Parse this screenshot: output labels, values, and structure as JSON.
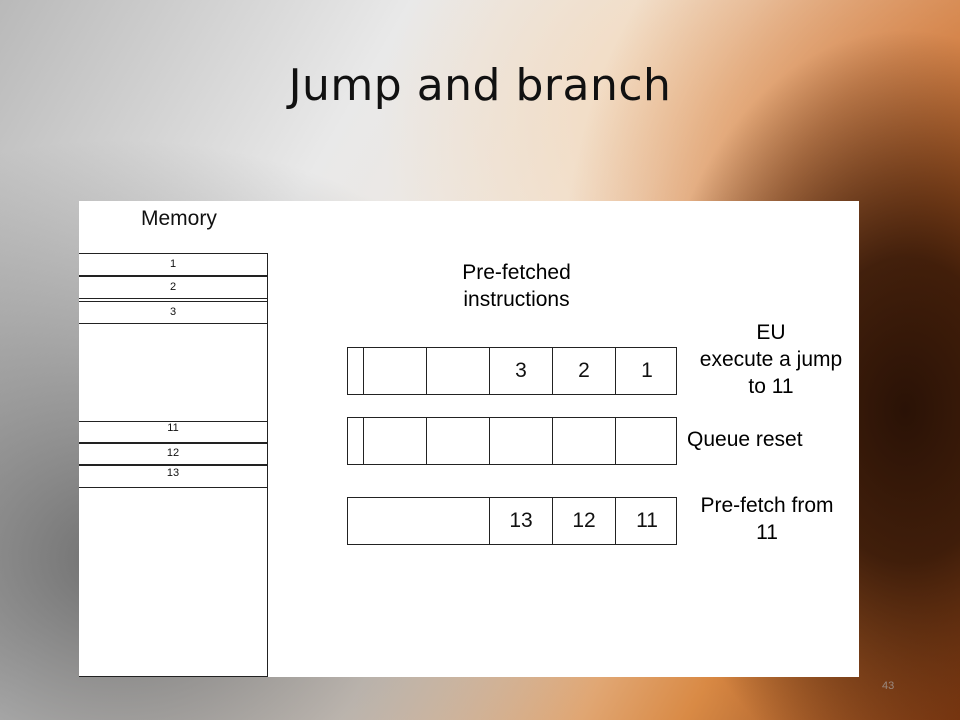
{
  "slide": {
    "title": "Jump and branch",
    "page_number": "43"
  },
  "memory": {
    "title": "Memory",
    "cells": [
      {
        "label": "1"
      },
      {
        "label": "2"
      },
      {
        "label": "3"
      },
      {
        "label": "11"
      },
      {
        "label": "12"
      },
      {
        "label": "13"
      }
    ]
  },
  "prefetch": {
    "label_line1": "Pre-fetched",
    "label_line2": "instructions"
  },
  "queues": [
    {
      "slots": [
        "",
        "",
        "",
        "3",
        "2",
        "1"
      ],
      "label_lines": [
        "EU",
        "execute a jump",
        "to 11"
      ]
    },
    {
      "slots": [
        "",
        "",
        "",
        "",
        "",
        ""
      ],
      "label_lines": [
        "Queue reset"
      ]
    },
    {
      "slots": [
        "",
        "13",
        "12",
        "11"
      ],
      "label_lines": [
        "Pre-fetch from",
        "11"
      ]
    }
  ]
}
